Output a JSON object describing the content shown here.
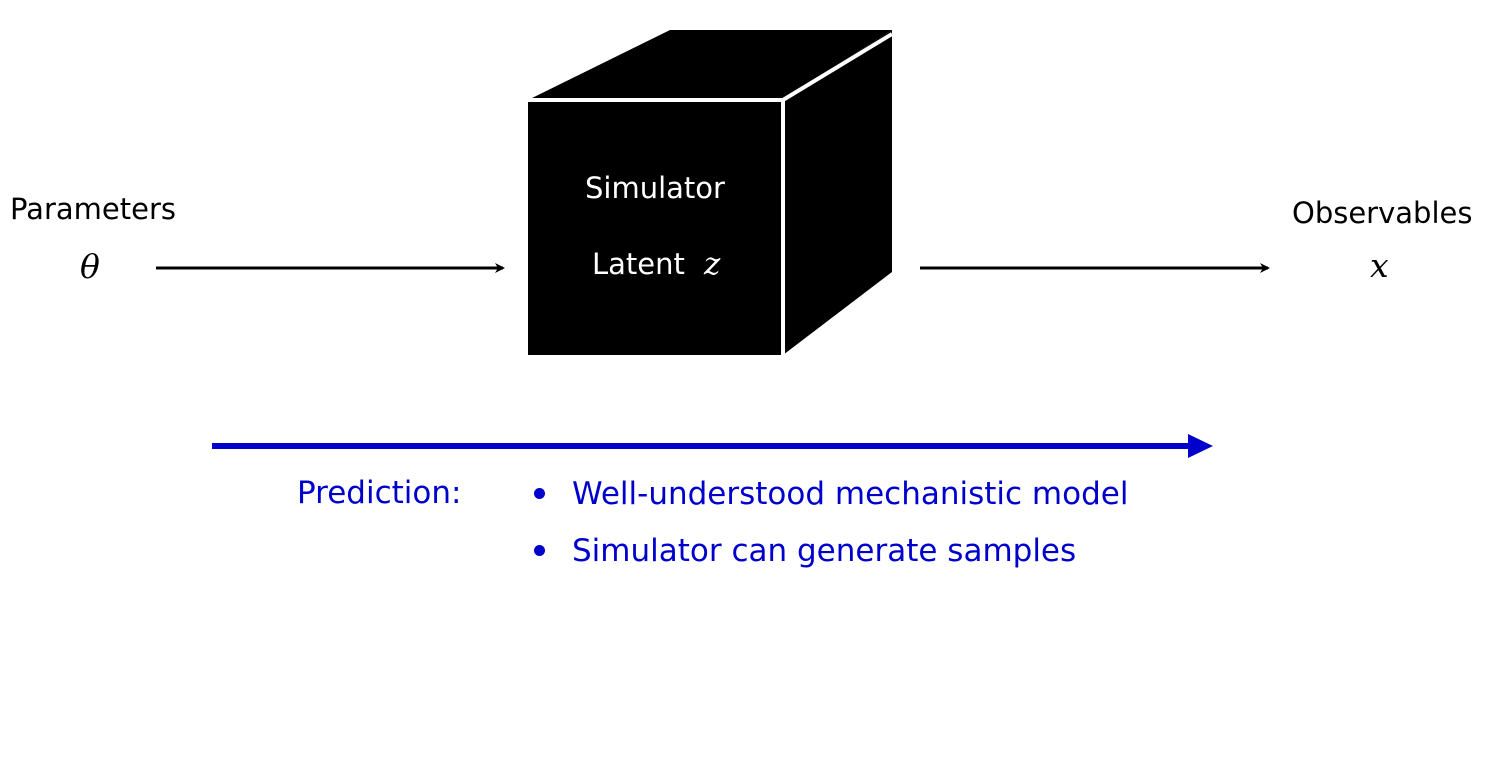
{
  "input": {
    "label": "Parameters",
    "symbol": "θ"
  },
  "simulator": {
    "title": "Simulator",
    "latent_label": "Latent",
    "latent_symbol": "z"
  },
  "output": {
    "label": "Observables",
    "symbol": "x"
  },
  "prediction": {
    "label": "Prediction:",
    "bullets": [
      "Well-understood mechanistic model",
      "Simulator can generate samples"
    ]
  },
  "colors": {
    "box": "#000000",
    "edge": "#ffffff",
    "arrow": "#000000",
    "prediction": "#0000cc"
  }
}
